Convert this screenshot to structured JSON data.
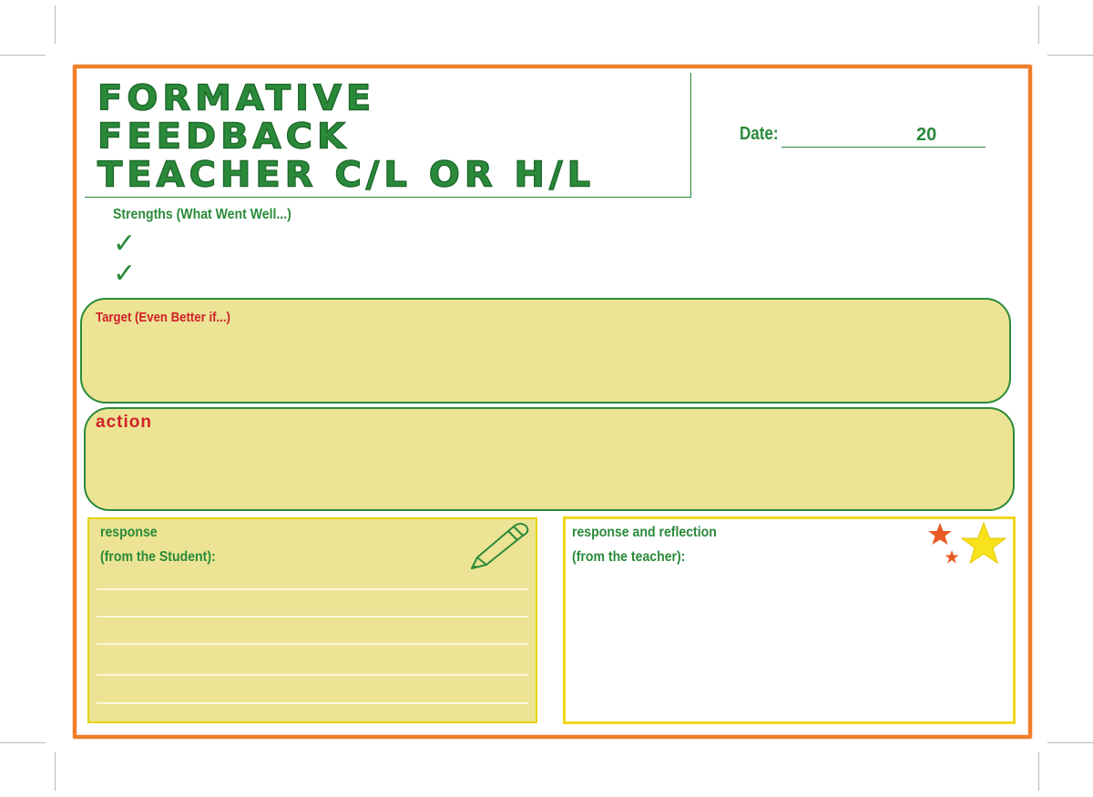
{
  "title": {
    "line1": "Formative",
    "line2": "Feedback",
    "line3": "Teacher C/L or H/L"
  },
  "date": {
    "label": "Date:",
    "year_prefix": "20"
  },
  "strengths": {
    "label": "Strengths (What Went Well...)",
    "check_mark": "✓"
  },
  "target": {
    "label": "Target (Even Better if...)"
  },
  "action": {
    "label": "action"
  },
  "student_response": {
    "label_line1": "response",
    "label_line2": "(from the Student):"
  },
  "teacher_response": {
    "label_line1": "response and reflection",
    "label_line2": "(from the teacher):"
  },
  "colors": {
    "border_orange": "#ef7d2a",
    "heading_green": "#2a8a3a",
    "label_red": "#d0202a",
    "panel_yellow": "#ece494",
    "teacher_border_yellow": "#f1d619"
  },
  "icons": {
    "pen": "pen-icon",
    "stars": "stars-icon"
  }
}
